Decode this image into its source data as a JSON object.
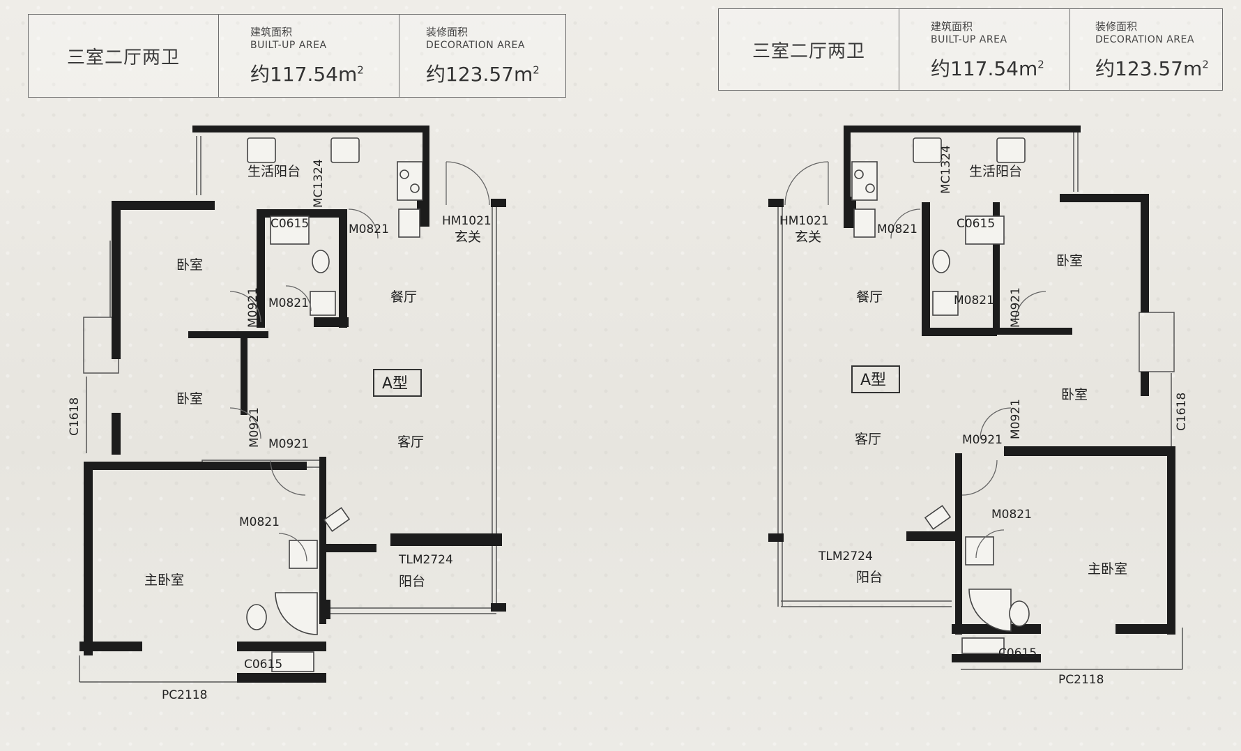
{
  "panels": [
    {
      "type_label": "三室二厅两卫",
      "built_up_cn": "建筑面积",
      "built_up_en": "BUILT-UP AREA",
      "built_up_value": "约117.54m",
      "decoration_cn": "装修面积",
      "decoration_en": "DECORATION AREA",
      "decoration_value": "约123.57m",
      "superscript": "2"
    },
    {
      "type_label": "三室二厅两卫",
      "built_up_cn": "建筑面积",
      "built_up_en": "BUILT-UP AREA",
      "built_up_value": "约117.54m",
      "decoration_cn": "装修面积",
      "decoration_en": "DECORATION AREA",
      "decoration_value": "约123.57m",
      "superscript": "2"
    }
  ],
  "plan": {
    "rooms": {
      "bedroom": "卧室",
      "master_bedroom": "主卧室",
      "dining": "餐厅",
      "living": "客厅",
      "balcony": "阳台",
      "utility_balcony": "生活阳台",
      "entrance": "玄关",
      "unit_type": "A型"
    },
    "codes": {
      "window_c0615": "C0615",
      "window_c1618": "C1618",
      "window_pc2118": "PC2118",
      "door_m0821": "M0821",
      "door_m0921": "M0921",
      "door_mc1324": "MC1324",
      "door_hm1021": "HM1021",
      "door_tlm2724": "TLM2724"
    }
  }
}
